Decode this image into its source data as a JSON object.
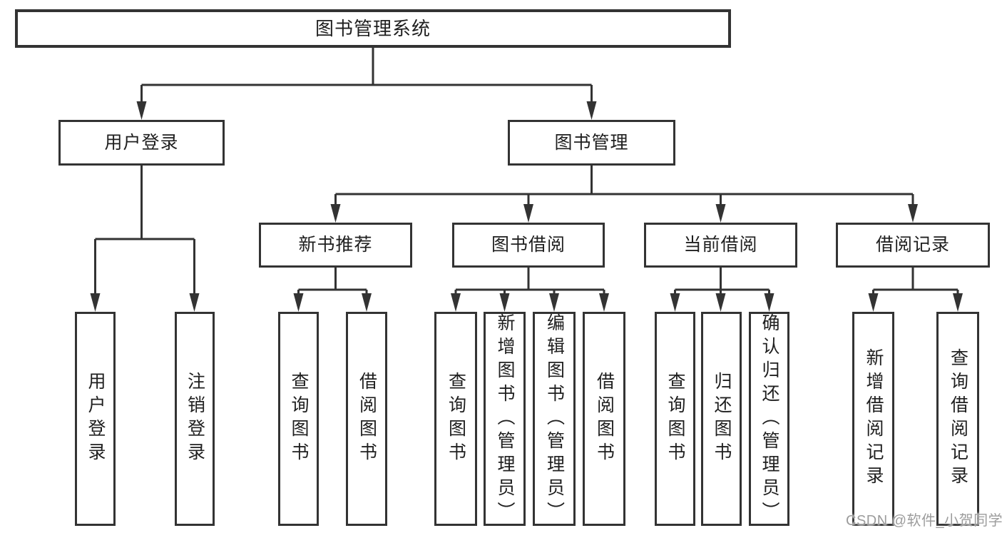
{
  "nodes": {
    "root": {
      "label": "图书管理系统"
    },
    "user_login": {
      "label": "用户登录"
    },
    "book_management": {
      "label": "图书管理"
    },
    "new_book_recommend": {
      "label": "新书推荐"
    },
    "book_borrow": {
      "label": "图书借阅"
    },
    "current_borrow": {
      "label": "当前借阅"
    },
    "borrow_records": {
      "label": "借阅记录"
    },
    "leaf_user_login": {
      "label": "用户登录"
    },
    "leaf_logout": {
      "label": "注销登录"
    },
    "leaf_query_book_newrec": {
      "label": "查询图书"
    },
    "leaf_borrow_book_newrec": {
      "label": "借阅图书"
    },
    "leaf_query_book_borrow": {
      "label": "查询图书"
    },
    "leaf_add_book_admin": {
      "label": "新增图书（管理员）"
    },
    "leaf_edit_book_admin": {
      "label": "编辑图书（管理员）"
    },
    "leaf_borrow_book": {
      "label": "借阅图书"
    },
    "leaf_query_book_current": {
      "label": "查询图书"
    },
    "leaf_return_book": {
      "label": "归还图书"
    },
    "leaf_confirm_return_admin": {
      "label": "确认归还（管理员）"
    },
    "leaf_add_borrow_record": {
      "label": "新增借阅记录"
    },
    "leaf_query_borrow_record": {
      "label": "查询借阅记录"
    }
  },
  "watermark": {
    "text": "CSDN @软件_小贺同学"
  },
  "colors": {
    "line": "#333333",
    "text": "#1f1f1f",
    "watermark": "#9c9c9c",
    "background": "#ffffff"
  }
}
